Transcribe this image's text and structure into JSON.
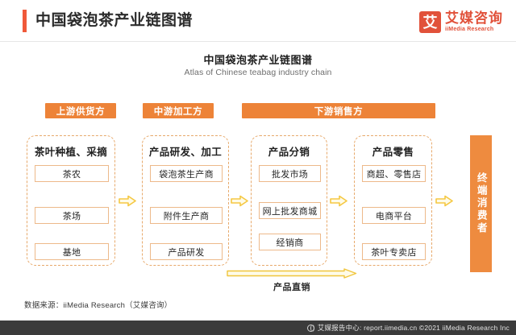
{
  "header": {
    "title": "中国袋泡茶产业链图谱",
    "brand": {
      "mark": "艾",
      "name_cn": "艾媒咨询",
      "name_en": "iiMedia Research"
    }
  },
  "chart_data": {
    "type": "diagram",
    "title": "中国袋泡茶产业链图谱",
    "subtitle": "Atlas of Chinese teabag industry chain",
    "stages": [
      {
        "label": "上游供货方"
      },
      {
        "label": "中游加工方"
      },
      {
        "label": "下游销售方"
      }
    ],
    "groups": [
      {
        "title": "茶叶种植、采摘",
        "items": [
          "茶农",
          "茶场",
          "基地"
        ]
      },
      {
        "title": "产品研发、加工",
        "items": [
          "袋泡茶生产商",
          "附件生产商",
          "产品研发"
        ]
      },
      {
        "title": "产品分销",
        "items": [
          "批发市场",
          "网上批发商城",
          "经销商"
        ]
      },
      {
        "title": "产品零售",
        "items": [
          "商超、零售店",
          "电商平台",
          "茶叶专卖店"
        ]
      }
    ],
    "terminal": "终端消费者",
    "direct_sales_label": "产品直销",
    "flow_arrows": 4,
    "colors": {
      "accent": "#f0593a",
      "pill": "#ed8338",
      "terminal": "#ee8b3f",
      "dashed_border": "#e7a96b",
      "item_border": "#edb98a",
      "arrow": "#f5c842"
    }
  },
  "footer": {
    "source": "数据来源：iiMedia Research（艾媒咨询）",
    "bar_text": "艾媒报告中心: report.iimedia.cn  ©2021  iiMedia Research Inc"
  }
}
